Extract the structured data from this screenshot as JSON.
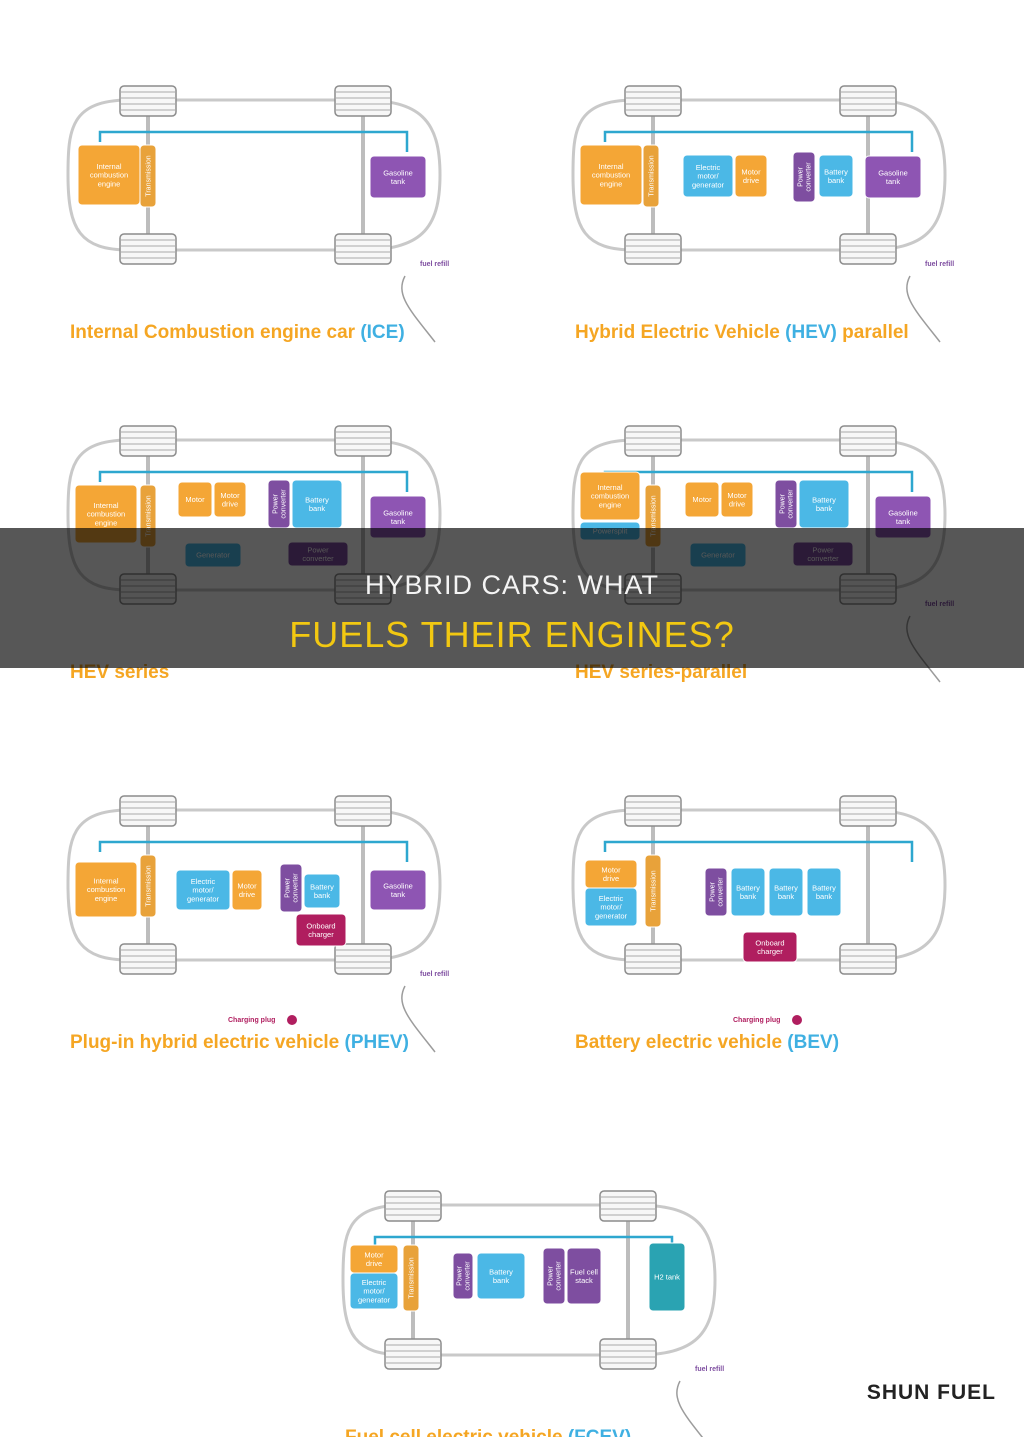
{
  "overlay": {
    "line1": "HYBRID CARS: WHAT",
    "line2": "FUELS THEIR ENGINES?"
  },
  "brand": "SHUN FUEL",
  "colors": {
    "engine": "#f4a636",
    "transmission": "#e8a23a",
    "electric": "#4bb8e6",
    "converter": "#7e4ea0",
    "gasoline": "#8e55b3",
    "charger": "#b01e5f",
    "h2tank": "#2aa3b2",
    "flow": "#2ea7cf",
    "wheel": "#f7f7f7",
    "title_text": "#f5a623",
    "title_accent": "#3fb0e2"
  },
  "diagrams": [
    {
      "id": "ice",
      "title": "Internal Combustion engine car",
      "acronym": "(ICE)",
      "components": [
        {
          "label": "Internal combustion engine",
          "kind": "engine"
        },
        {
          "label": "Transmission",
          "kind": "transmission"
        },
        {
          "label": "Gasoline tank",
          "kind": "gasoline"
        }
      ],
      "refuel_label": "fuel refill"
    },
    {
      "id": "hev-parallel",
      "title": "Hybrid Electric Vehicle",
      "acronym": "(HEV)",
      "title_suffix": "parallel",
      "components": [
        {
          "label": "Internal combustion engine",
          "kind": "engine"
        },
        {
          "label": "Transmission",
          "kind": "transmission"
        },
        {
          "label": "Electric motor/ generator",
          "kind": "electric"
        },
        {
          "label": "Motor drive",
          "kind": "engine"
        },
        {
          "label": "Power converter",
          "kind": "converter"
        },
        {
          "label": "Battery bank",
          "kind": "electric"
        },
        {
          "label": "Gasoline tank",
          "kind": "gasoline"
        }
      ],
      "refuel_label": "fuel refill"
    },
    {
      "id": "hev-series",
      "title": "HEV series",
      "components": [
        {
          "label": "Internal combustion engine",
          "kind": "engine"
        },
        {
          "label": "Transmission",
          "kind": "transmission"
        },
        {
          "label": "Motor",
          "kind": "engine"
        },
        {
          "label": "Motor drive",
          "kind": "engine"
        },
        {
          "label": "Power converter",
          "kind": "converter"
        },
        {
          "label": "Battery bank",
          "kind": "electric"
        },
        {
          "label": "Gasoline tank",
          "kind": "gasoline"
        },
        {
          "label": "Generator",
          "kind": "electric"
        },
        {
          "label": "Power converter",
          "kind": "converter"
        }
      ]
    },
    {
      "id": "hev-series-parallel",
      "title": "HEV series-parallel",
      "components": [
        {
          "label": "Internal combustion engine",
          "kind": "engine"
        },
        {
          "label": "Powersplit",
          "kind": "electric"
        },
        {
          "label": "Transmission",
          "kind": "transmission"
        },
        {
          "label": "Motor",
          "kind": "engine"
        },
        {
          "label": "Motor drive",
          "kind": "engine"
        },
        {
          "label": "Power converter",
          "kind": "converter"
        },
        {
          "label": "Battery bank",
          "kind": "electric"
        },
        {
          "label": "Gasoline tank",
          "kind": "gasoline"
        },
        {
          "label": "Generator",
          "kind": "electric"
        },
        {
          "label": "Power converter",
          "kind": "converter"
        }
      ],
      "refuel_label": "fuel refill"
    },
    {
      "id": "phev",
      "title": "Plug-in hybrid electric vehicle",
      "acronym": "(PHEV)",
      "components": [
        {
          "label": "Internal combustion engine",
          "kind": "engine"
        },
        {
          "label": "Transmission",
          "kind": "transmission"
        },
        {
          "label": "Electric motor/ generator",
          "kind": "electric"
        },
        {
          "label": "Motor drive",
          "kind": "engine"
        },
        {
          "label": "Power converter",
          "kind": "converter"
        },
        {
          "label": "Battery bank",
          "kind": "electric"
        },
        {
          "label": "Onboard charger",
          "kind": "charger"
        },
        {
          "label": "Gasoline tank",
          "kind": "gasoline"
        }
      ],
      "refuel_label": "fuel refill",
      "plug_label": "Charging plug"
    },
    {
      "id": "bev",
      "title": "Battery electric vehicle",
      "acronym": "(BEV)",
      "components": [
        {
          "label": "Motor drive",
          "kind": "engine"
        },
        {
          "label": "Electric motor/ generator",
          "kind": "electric"
        },
        {
          "label": "Transmission",
          "kind": "transmission"
        },
        {
          "label": "Power converter",
          "kind": "converter"
        },
        {
          "label": "Battery bank",
          "kind": "electric"
        },
        {
          "label": "Battery bank",
          "kind": "electric"
        },
        {
          "label": "Battery bank",
          "kind": "electric"
        },
        {
          "label": "Onboard charger",
          "kind": "charger"
        }
      ],
      "plug_label": "Charging plug"
    },
    {
      "id": "fcev",
      "title": "Fuel cell electric vehicle",
      "acronym": "(FCEV)",
      "components": [
        {
          "label": "Motor drive",
          "kind": "engine"
        },
        {
          "label": "Electric motor/ generator",
          "kind": "electric"
        },
        {
          "label": "Transmission",
          "kind": "transmission"
        },
        {
          "label": "Power converter",
          "kind": "converter"
        },
        {
          "label": "Battery bank",
          "kind": "electric"
        },
        {
          "label": "Power converter",
          "kind": "converter"
        },
        {
          "label": "Fuel cell stack",
          "kind": "converter"
        },
        {
          "label": "H2 tank",
          "kind": "h2tank"
        }
      ],
      "refuel_label": "fuel refill"
    }
  ]
}
